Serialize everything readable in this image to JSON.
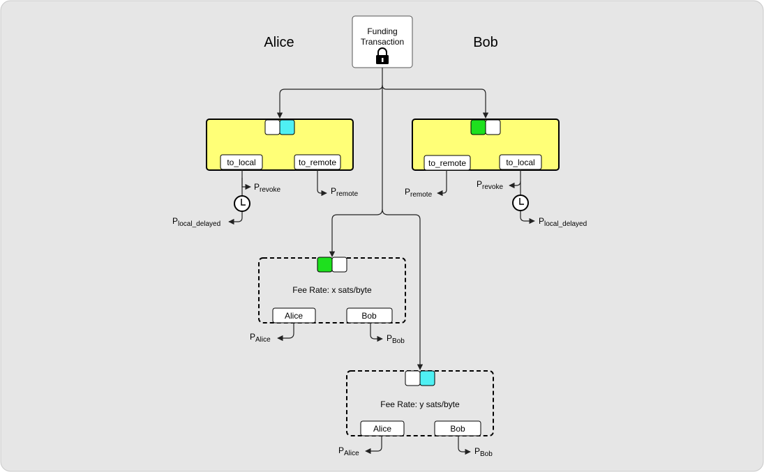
{
  "parties": {
    "left": "Alice",
    "right": "Bob"
  },
  "funding": {
    "line1": "Funding",
    "line2": "Transaction",
    "icon": "lock-icon"
  },
  "alice_commitment": {
    "fill": "#ffff77",
    "left_square": "#ffffff",
    "right_square": "#4ff0f3",
    "output_local": "to_local",
    "output_remote": "to_remote",
    "revoke": {
      "base": "P",
      "sub": "revoke"
    },
    "remote": {
      "base": "P",
      "sub": "remote"
    },
    "delayed": {
      "base": "P",
      "sub": "local_delayed"
    },
    "timelock_icon": "clock-icon"
  },
  "bob_commitment": {
    "fill": "#ffff77",
    "left_square": "#1ee01e",
    "right_square": "#ffffff",
    "output_remote": "to_remote",
    "output_local": "to_local",
    "remote": {
      "base": "P",
      "sub": "remote"
    },
    "revoke": {
      "base": "P",
      "sub": "revoke"
    },
    "delayed": {
      "base": "P",
      "sub": "local_delayed"
    },
    "timelock_icon": "clock-icon"
  },
  "closing_x": {
    "left_square": "#1ee01e",
    "right_square": "#ffffff",
    "fee_rate": "Fee Rate: x sats/byte",
    "out_alice": "Alice",
    "out_bob": "Bob",
    "p_alice": {
      "base": "P",
      "sub": "Alice"
    },
    "p_bob": {
      "base": "P",
      "sub": "Bob"
    }
  },
  "closing_y": {
    "left_square": "#ffffff",
    "right_square": "#4ff0f3",
    "fee_rate": "Fee Rate: y sats/byte",
    "out_alice": "Alice",
    "out_bob": "Bob",
    "p_alice": {
      "base": "P",
      "sub": "Alice"
    },
    "p_bob": {
      "base": "P",
      "sub": "Bob"
    }
  },
  "colors": {
    "panel_bg": "#e6e6e6",
    "line": "#222222"
  }
}
